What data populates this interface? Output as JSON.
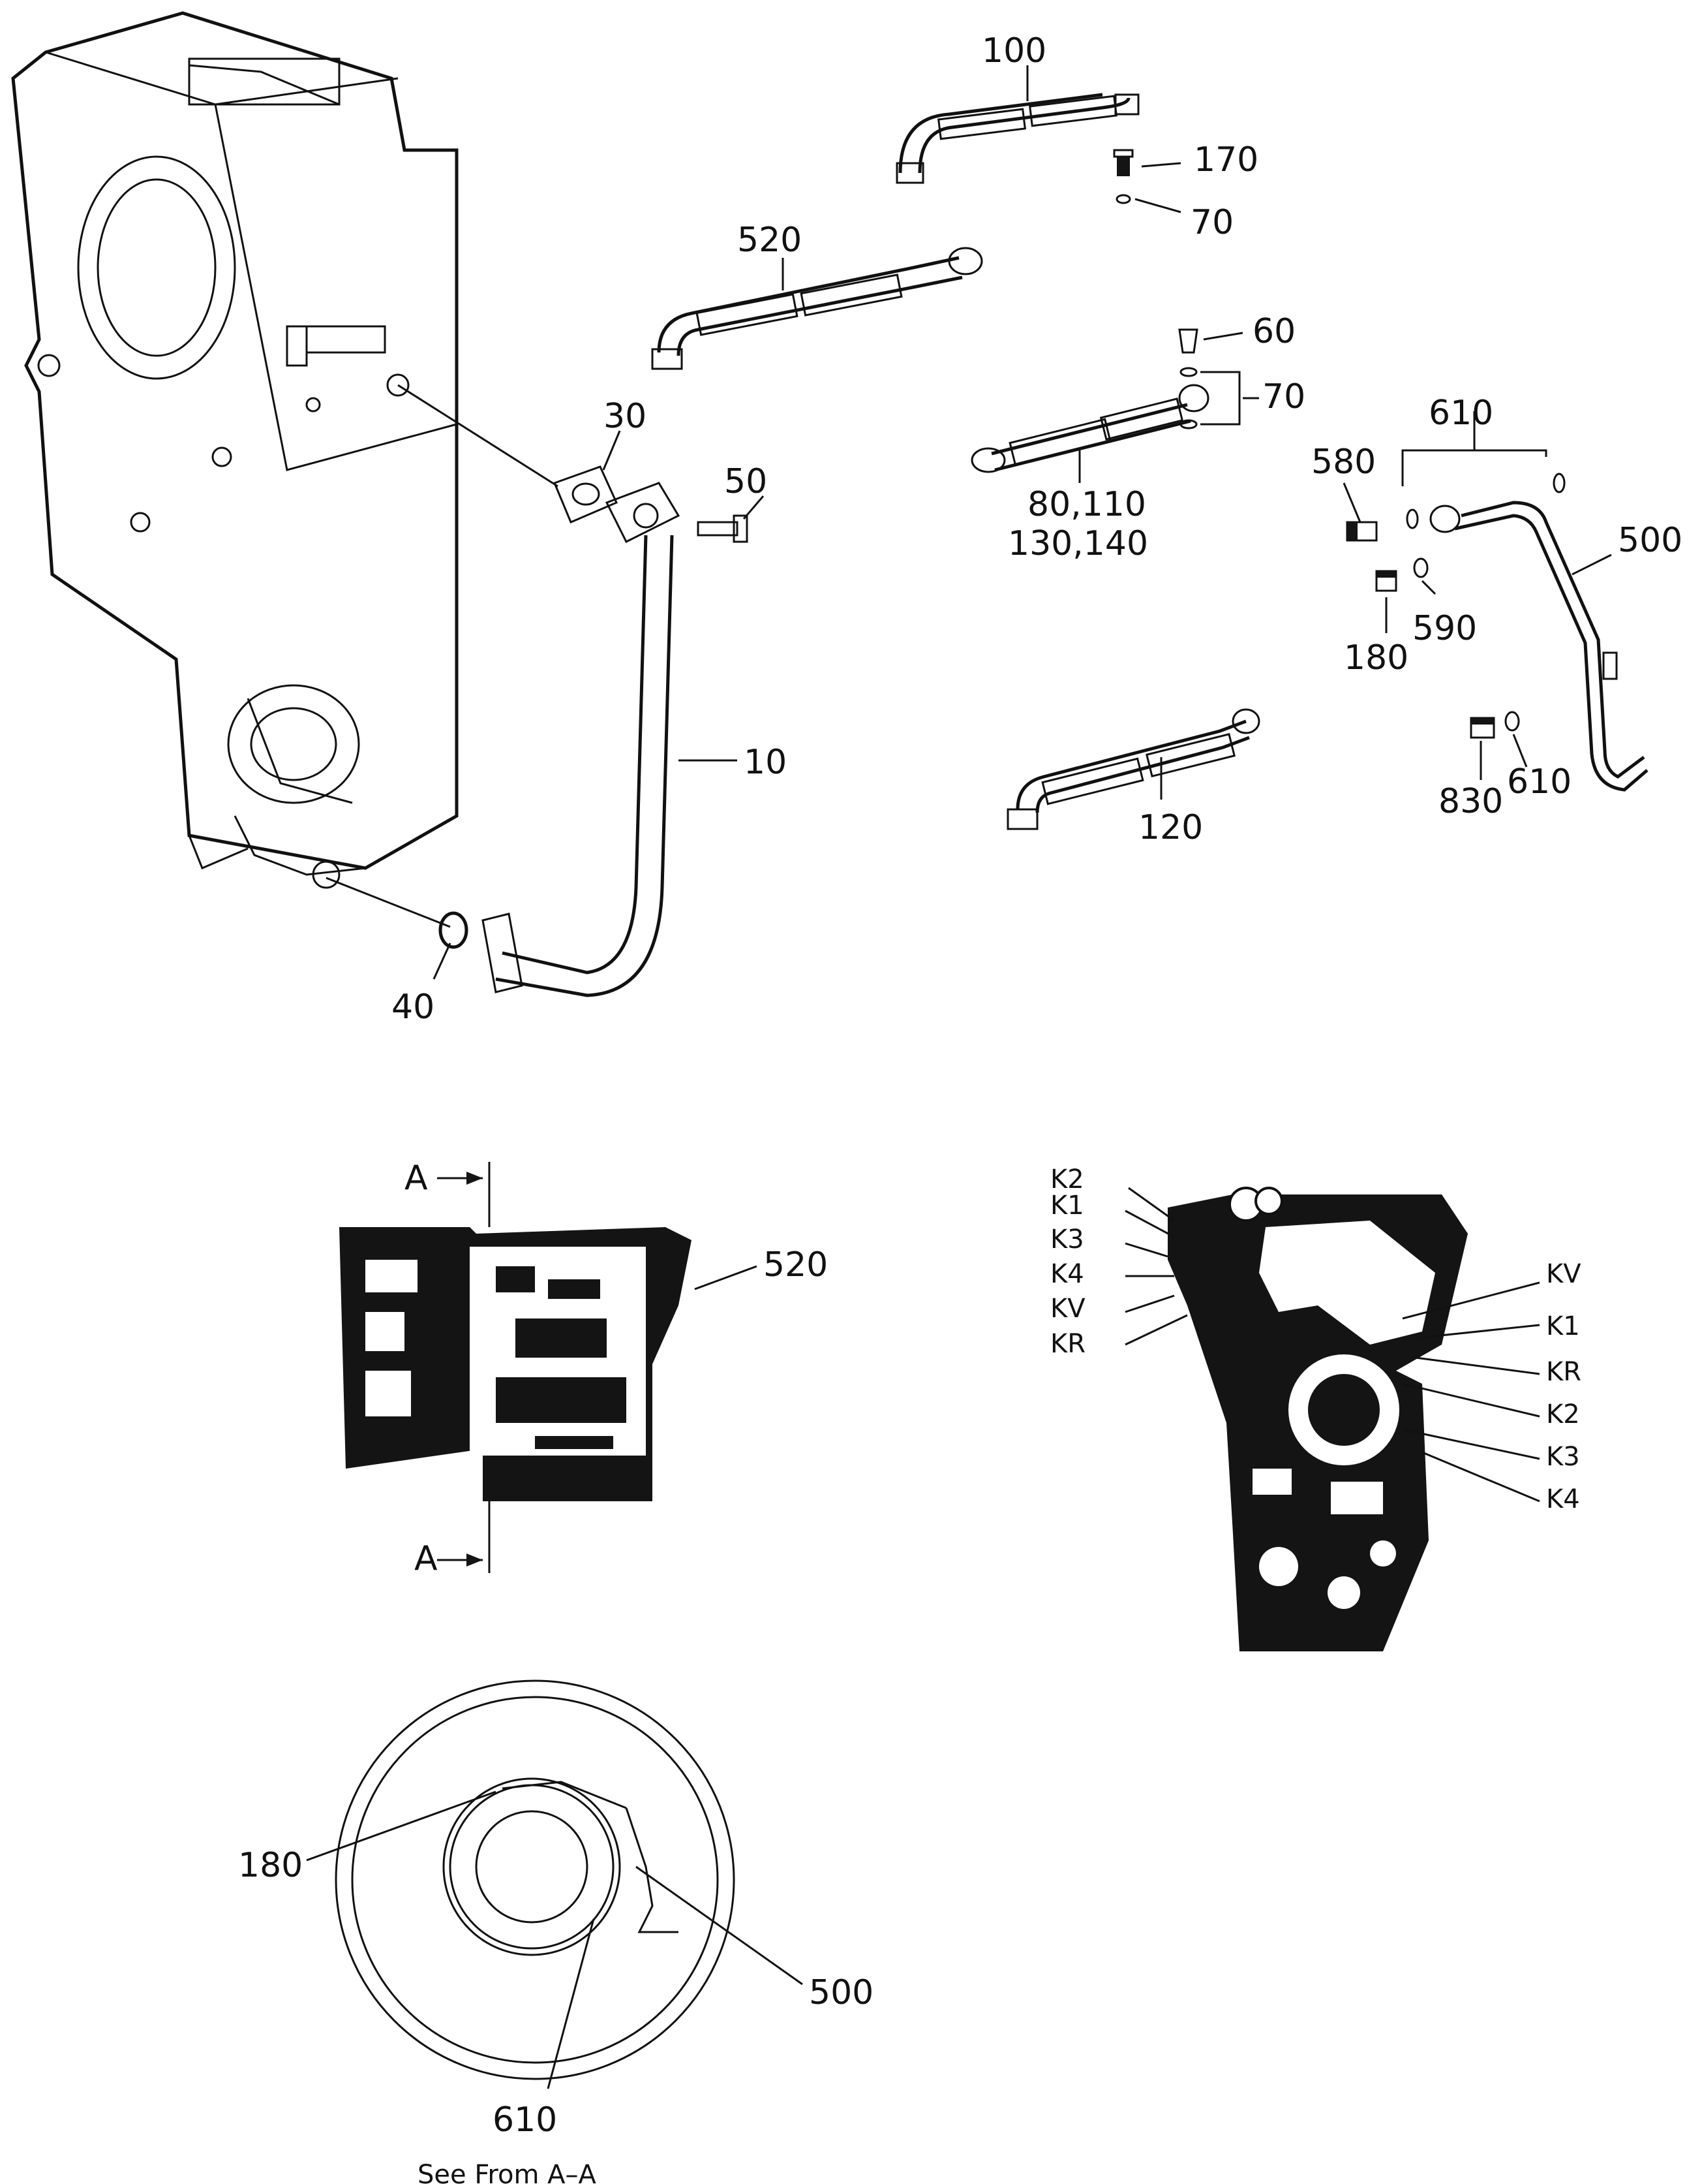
{
  "callouts": {
    "c100": "100",
    "c170": "170",
    "c70a": "70",
    "c520": "520",
    "c60": "60",
    "c70b": "70",
    "c30": "30",
    "c50": "50",
    "c610a": "610",
    "c580": "580",
    "c80": "80,110",
    "c130": "130,140",
    "c500a": "500",
    "c180a": "180",
    "c590": "590",
    "c10": "10",
    "c830": "830",
    "c610b": "610",
    "c120": "120",
    "c40": "40",
    "c520b": "520",
    "c180b": "180",
    "c500b": "500",
    "c610c": "610"
  },
  "section": {
    "a_top": "A",
    "a_bottom": "A",
    "caption": "See From A–A"
  },
  "left_ports": [
    "K2",
    "K1",
    "K3",
    "K4",
    "KV",
    "KR"
  ],
  "right_ports": [
    "KV",
    "K1",
    "KR",
    "K2",
    "K3",
    "K4"
  ]
}
